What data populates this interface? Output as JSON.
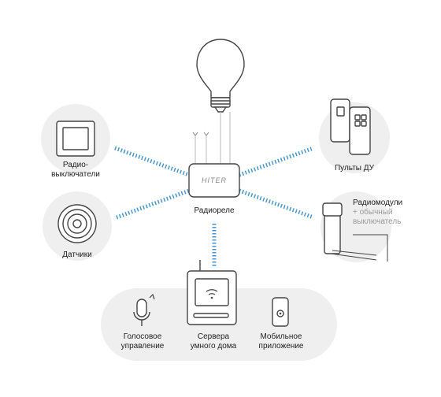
{
  "center": {
    "brand": "HITER",
    "label": "Радиореле"
  },
  "nodes": {
    "switches": {
      "line1": "Радио-",
      "line2": "выключатели"
    },
    "sensors": {
      "label": "Датчики"
    },
    "remotes": {
      "label": "Пульты ДУ"
    },
    "modules": {
      "line1": "Радиомодули",
      "line2": "+ обычный",
      "line3": "выключатель"
    }
  },
  "bottom": {
    "voice": {
      "line1": "Голосовое",
      "line2": "управление"
    },
    "servers": {
      "line1": "Сервера",
      "line2": "умного дома"
    },
    "mobile": {
      "line1": "Мобильное",
      "line2": "приложение"
    }
  },
  "colors": {
    "wave": "#4a97c9",
    "circle_bg": "#efefef",
    "line": "#555555"
  }
}
